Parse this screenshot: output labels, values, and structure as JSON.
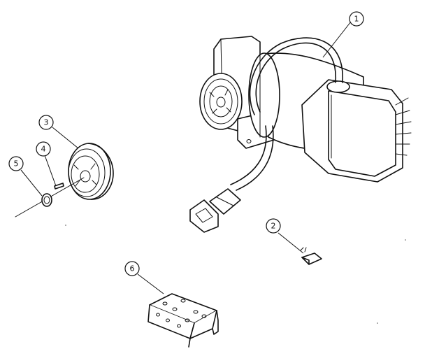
{
  "callouts": {
    "c1": "1",
    "c2": "2",
    "c3": "3",
    "c4": "4",
    "c5": "5",
    "c6": "6"
  },
  "parts": [
    {
      "id": "1",
      "icon": "motor-assembly-icon"
    },
    {
      "id": "2",
      "icon": "small-clip-icon"
    },
    {
      "id": "3",
      "icon": "pulley-icon"
    },
    {
      "id": "4",
      "icon": "key-icon"
    },
    {
      "id": "5",
      "icon": "retaining-ring-icon"
    },
    {
      "id": "6",
      "icon": "mounting-bracket-icon"
    }
  ],
  "colors": {
    "line": "#111111",
    "background": "#ffffff"
  }
}
